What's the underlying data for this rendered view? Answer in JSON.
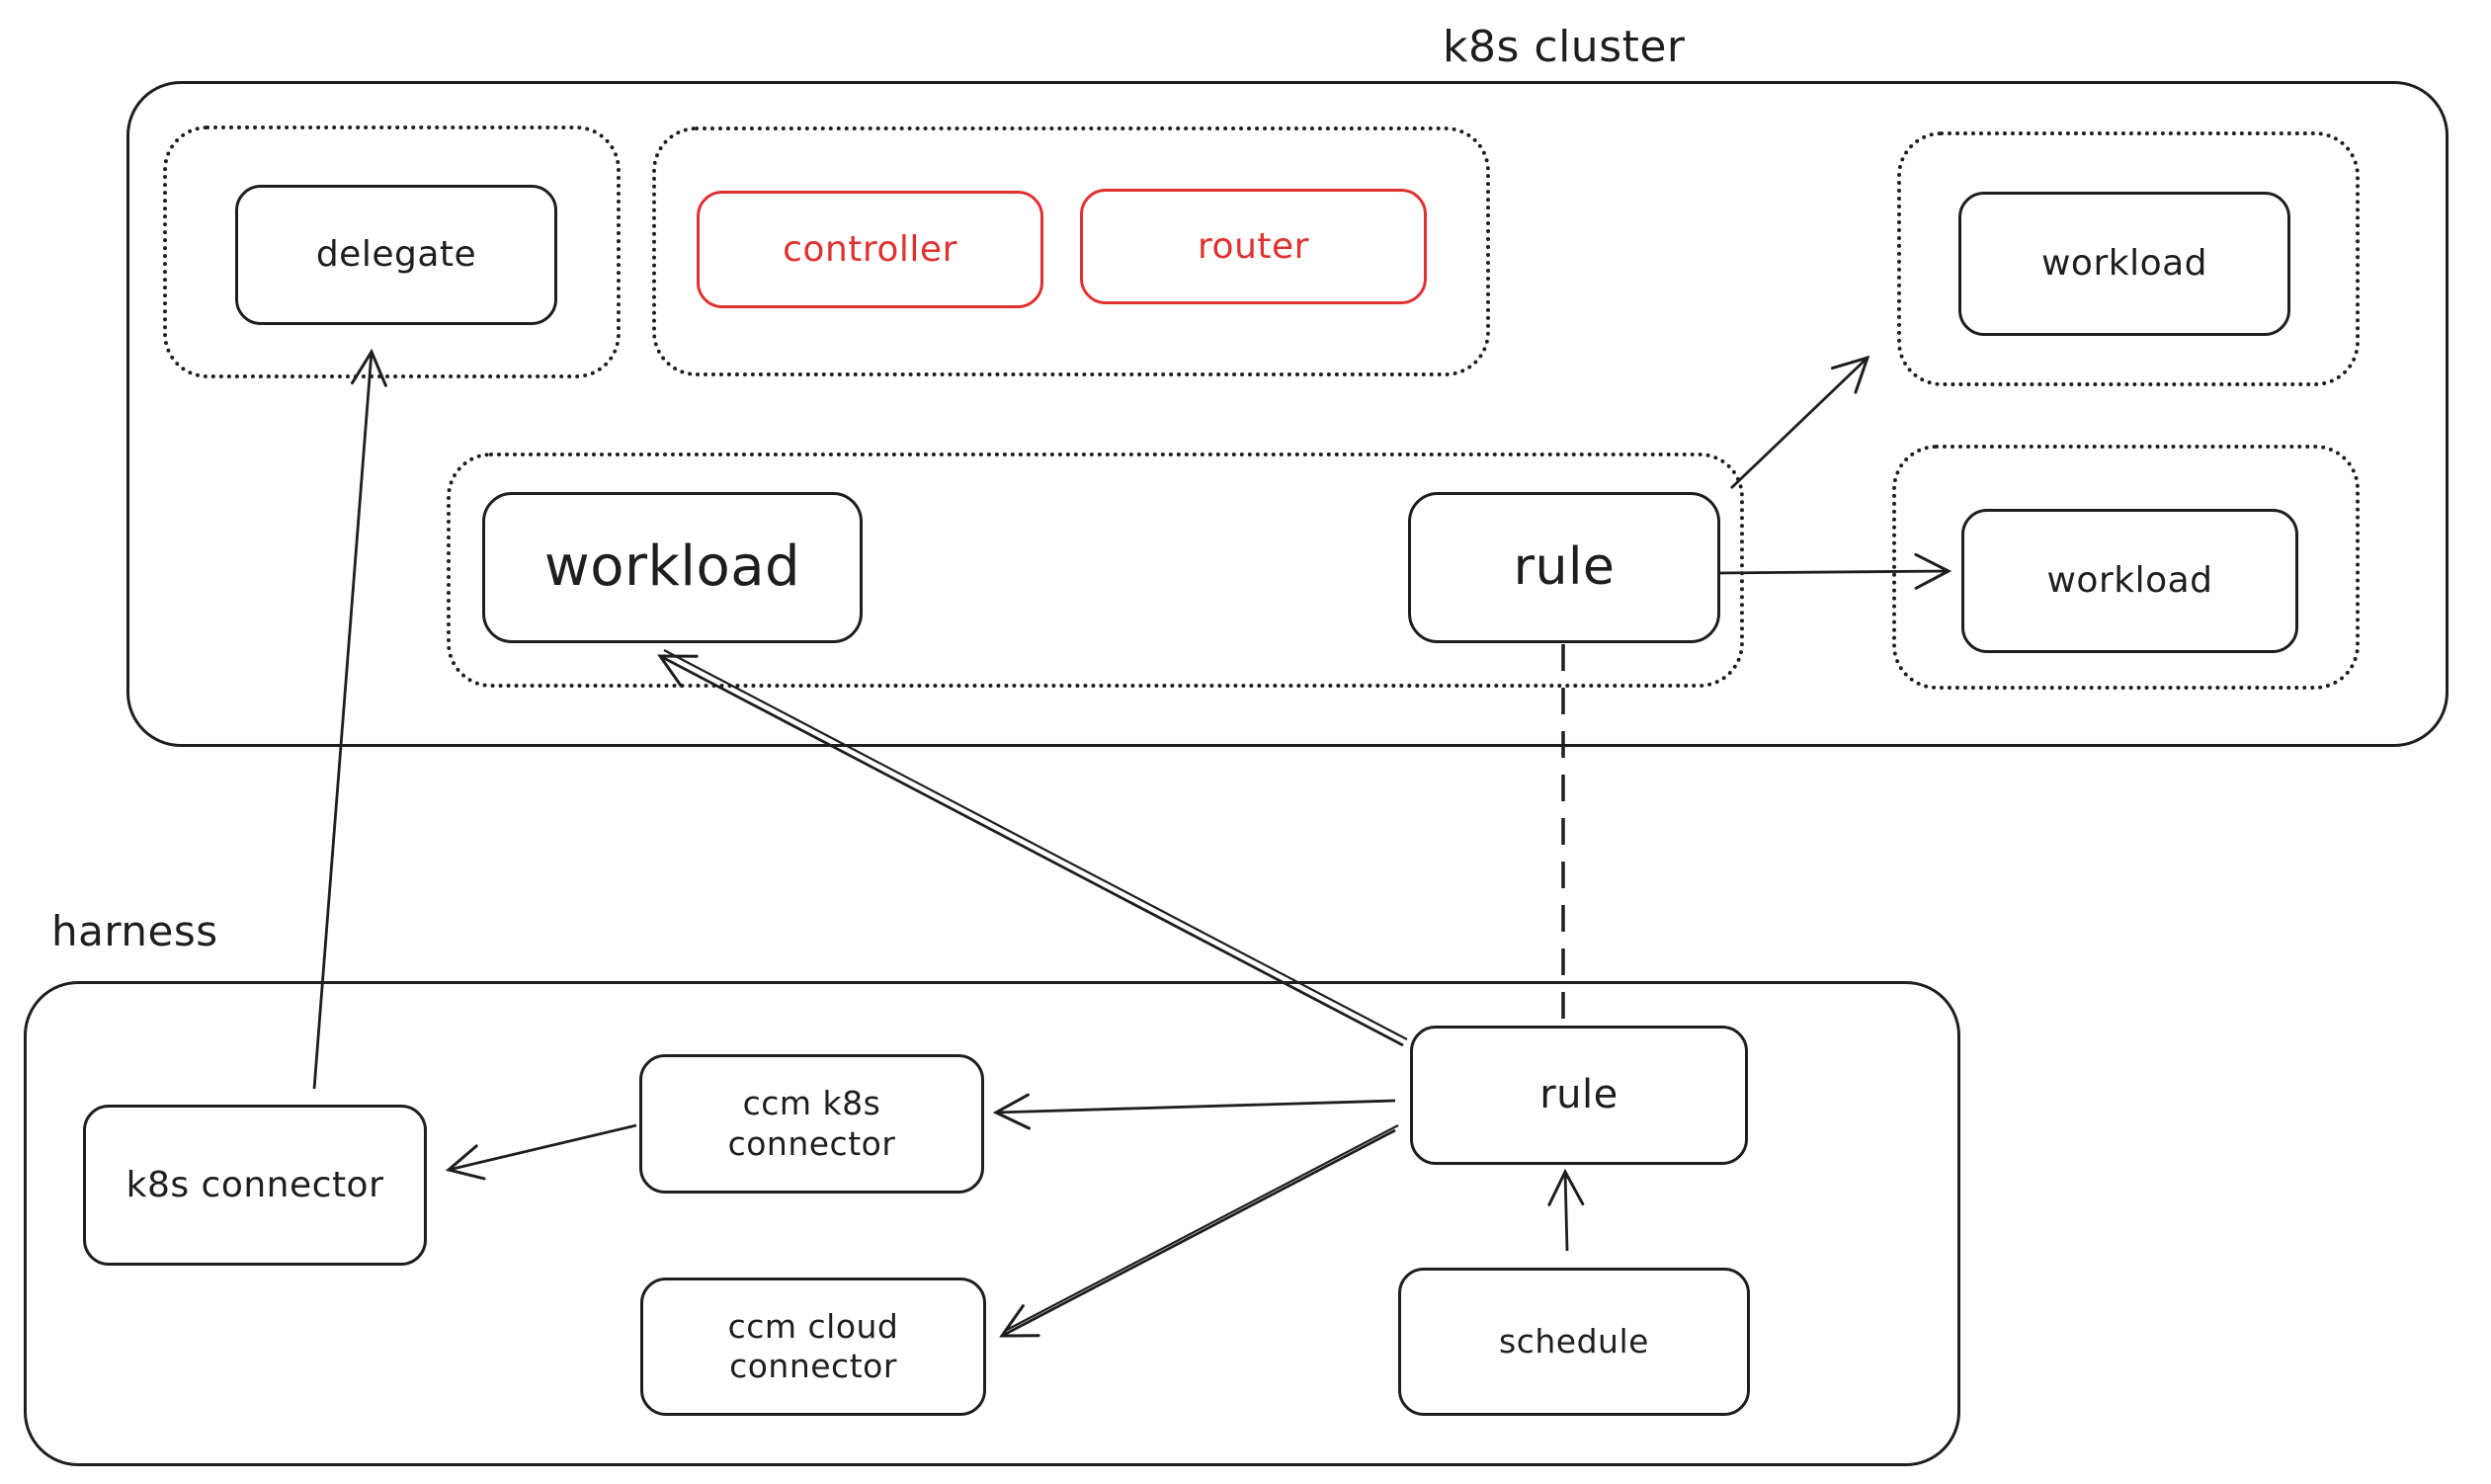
{
  "colors": {
    "ink": "#1e1e1e",
    "accent_red": "#e03131",
    "background": "#ffffff"
  },
  "k8s_cluster": {
    "title": "k8s cluster",
    "delegate": "delegate",
    "controller": "controller",
    "router": "router",
    "workload_top_right": "workload",
    "workload_main": "workload",
    "rule": "rule",
    "workload_right": "workload"
  },
  "harness": {
    "title": "harness",
    "k8s_connector": "k8s connector",
    "ccm_k8s_connector": "ccm k8s\nconnector",
    "ccm_cloud_connector": "ccm cloud\nconnector",
    "rule": "rule",
    "schedule": "schedule"
  },
  "edges": [
    {
      "from": "k8s connector (harness)",
      "to": "delegate group (k8s cluster)",
      "type": "solid-arrow"
    },
    {
      "from": "rule (harness)",
      "to": "workload (k8s cluster main group)",
      "type": "solid-arrow-double-stroke"
    },
    {
      "from": "rule (k8s cluster)",
      "to": "workload (top right group)",
      "type": "solid-arrow"
    },
    {
      "from": "rule (k8s cluster)",
      "to": "workload (right group)",
      "type": "solid-arrow"
    },
    {
      "from": "rule (k8s cluster)",
      "to": "rule (harness)",
      "type": "dashed-line"
    },
    {
      "from": "rule (harness)",
      "to": "ccm k8s connector",
      "type": "solid-arrow"
    },
    {
      "from": "ccm k8s connector",
      "to": "k8s connector",
      "type": "solid-arrow"
    },
    {
      "from": "rule (harness)",
      "to": "ccm cloud connector",
      "type": "solid-arrow-double-stroke"
    },
    {
      "from": "schedule",
      "to": "rule (harness)",
      "type": "solid-arrow"
    }
  ]
}
